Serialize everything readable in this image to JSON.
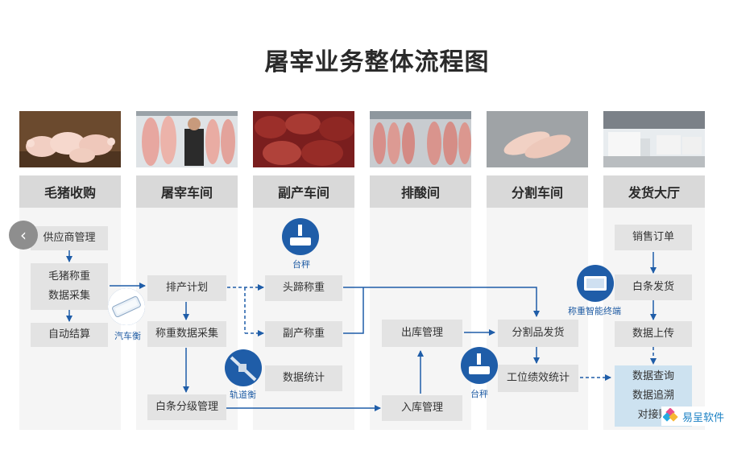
{
  "title": "屠宰业务整体流程图",
  "stages": [
    "毛猪收购",
    "屠宰车间",
    "副产车间",
    "排酸间",
    "分割车间",
    "发货大厅"
  ],
  "boxes": {
    "supplier": "供应商管理",
    "pig_weigh_1": "毛猪称重",
    "pig_weigh_2": "数据采集",
    "auto_settle": "自动结算",
    "schedule": "排产计划",
    "weigh_data": "称重数据采集",
    "carcass_grade": "白条分级管理",
    "head_hoof": "头蹄称重",
    "byproduct": "副产称重",
    "stats": "数据统计",
    "outbound": "出库管理",
    "inbound": "入库管理",
    "cut_ship": "分割品发货",
    "station_perf": "工位绩效统计",
    "sales_order": "销售订单",
    "carcass_ship": "白条发货",
    "upload": "数据上传",
    "query": "数据查询",
    "trace": "数据追溯",
    "dock": "对接财"
  },
  "devices": {
    "truck_scale": "汽车衡",
    "rail_scale": "轨道衡",
    "platform_scale_1": "台秤",
    "platform_scale_2": "台秤",
    "terminal": "称重智能终端"
  },
  "brand": "易呈软件",
  "nav": {
    "prev_icon": "chevron-left-icon"
  },
  "colors": {
    "accent": "#1f5da8",
    "box": "#e3e3e3",
    "box_highlight": "#cde2f0"
  }
}
